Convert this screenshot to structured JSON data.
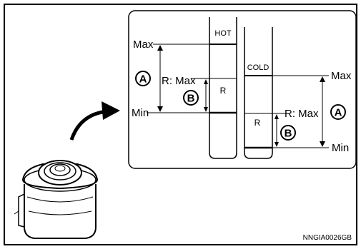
{
  "diagram": {
    "hot_tube": {
      "label": "HOT",
      "range_label": "R"
    },
    "cold_tube": {
      "label": "COLD",
      "range_label": "R"
    },
    "left_scale": {
      "max_label": "Max",
      "min_label": "Min",
      "r_max_label": "R: Max",
      "marker_a": "A",
      "marker_b": "B"
    },
    "right_scale": {
      "max_label": "Max",
      "min_label": "Min",
      "r_max_label": "R: Max",
      "marker_a": "A",
      "marker_b": "B"
    },
    "figure_code": "NNGIA0026GB"
  }
}
